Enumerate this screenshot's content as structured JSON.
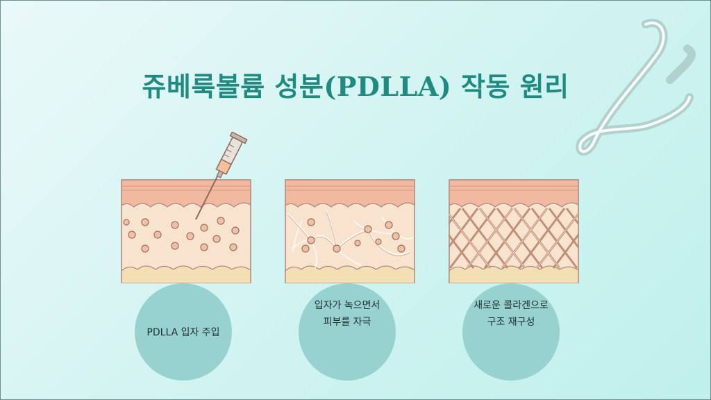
{
  "title": "쥬베룩볼륨 성분(PDLLA) 작동 원리",
  "steps": [
    {
      "lines": [
        "PDLLA 입자 주입"
      ]
    },
    {
      "lines": [
        "입자가 녹으면서",
        "피부를 자극"
      ]
    },
    {
      "lines": [
        "새로운 콜라겐으로",
        "구조 재구성"
      ]
    }
  ],
  "colors": {
    "title": "#1e8a80",
    "circle": "#97d2d0",
    "skin_top": "#f0b9a0",
    "dermis": "#f8e3cf",
    "fat": "#f2dfb3",
    "particle": "#f0c0a6"
  }
}
